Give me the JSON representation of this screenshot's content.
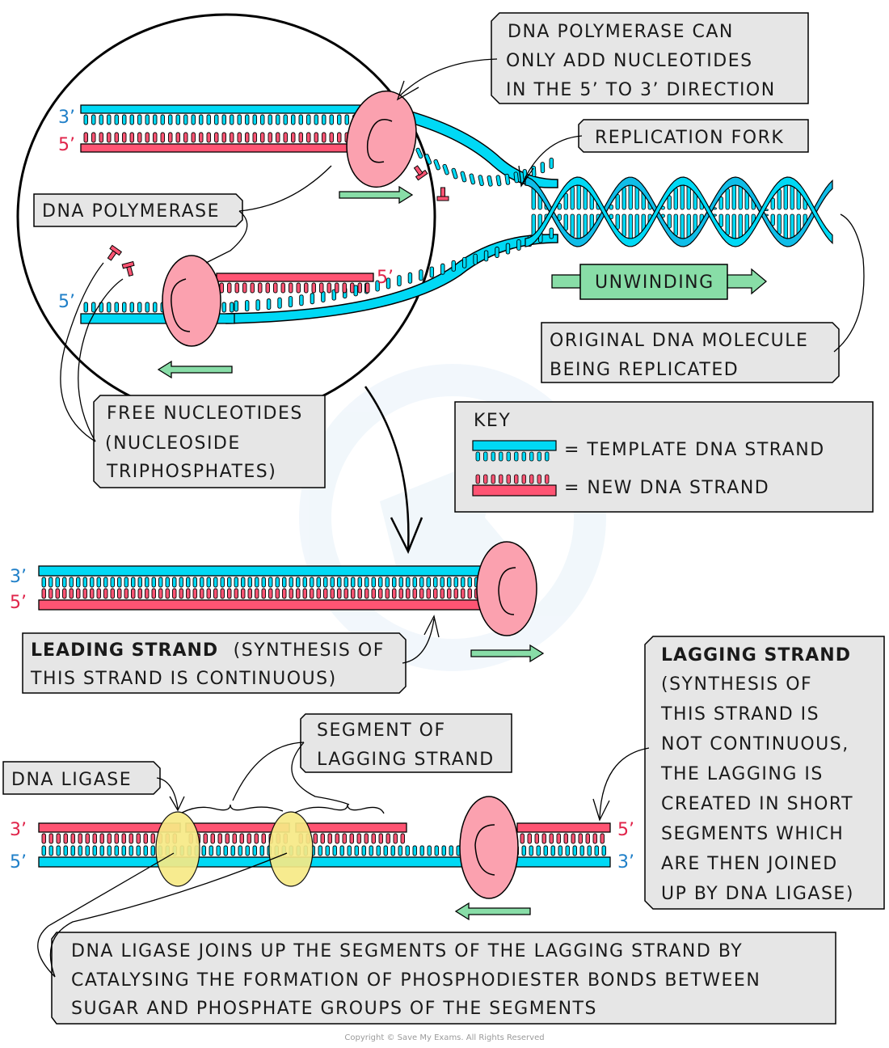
{
  "colors": {
    "template_strand": "#00d9f5",
    "new_strand": "#ff5473",
    "polymerase": "#fba1af",
    "ligase": "#f7ea86",
    "arrow": "#88dda7",
    "label_bg": "#e6e6e6",
    "end_blue": "#1f7fc8",
    "end_red": "#e0244a"
  },
  "labels": {
    "polymerase_direction": [
      "DNA POLYMERASE CAN",
      "ONLY ADD NUCLEOTIDES",
      "IN THE 5’ TO 3’ DIRECTION"
    ],
    "replication_fork": "REPLICATION FORK",
    "dna_polymerase": "DNA POLYMERASE",
    "unwinding": "UNWINDING",
    "original_dna": [
      "ORIGINAL DNA MOLECULE",
      "BEING REPLICATED"
    ],
    "free_nucleotides": [
      "FREE NUCLEOTIDES",
      "(NUCLEOSIDE",
      "TRIPHOSPHATES)"
    ],
    "leading_strand_bold": "LEADING STRAND",
    "leading_strand_rest": [
      "(SYNTHESIS OF",
      "THIS STRAND IS CONTINUOUS)"
    ],
    "lagging_strand_bold": "LAGGING STRAND",
    "lagging_strand_rest": [
      "(SYNTHESIS OF",
      "THIS STRAND IS",
      "NOT CONTINUOUS,",
      "THE LAGGING IS",
      "CREATED IN SHORT",
      "SEGMENTS WHICH",
      "ARE THEN JOINED",
      "UP BY DNA LIGASE)"
    ],
    "segment_lagging": [
      "SEGMENT OF",
      "LAGGING STRAND"
    ],
    "dna_ligase": "DNA LIGASE",
    "ligase_explanation": [
      "DNA LIGASE JOINS UP THE SEGMENTS OF THE LAGGING STRAND BY",
      "CATALYSING THE FORMATION OF PHOSPHODIESTER BONDS BETWEEN",
      "SUGAR AND PHOSPHATE GROUPS OF THE SEGMENTS"
    ]
  },
  "key": {
    "title": "KEY",
    "template": "= TEMPLATE DNA STRAND",
    "new": "= NEW DNA STRAND"
  },
  "ends": {
    "three_prime": "3’",
    "five_prime": "5’"
  },
  "copyright": "Copyright © Save My Exams. All Rights Reserved"
}
